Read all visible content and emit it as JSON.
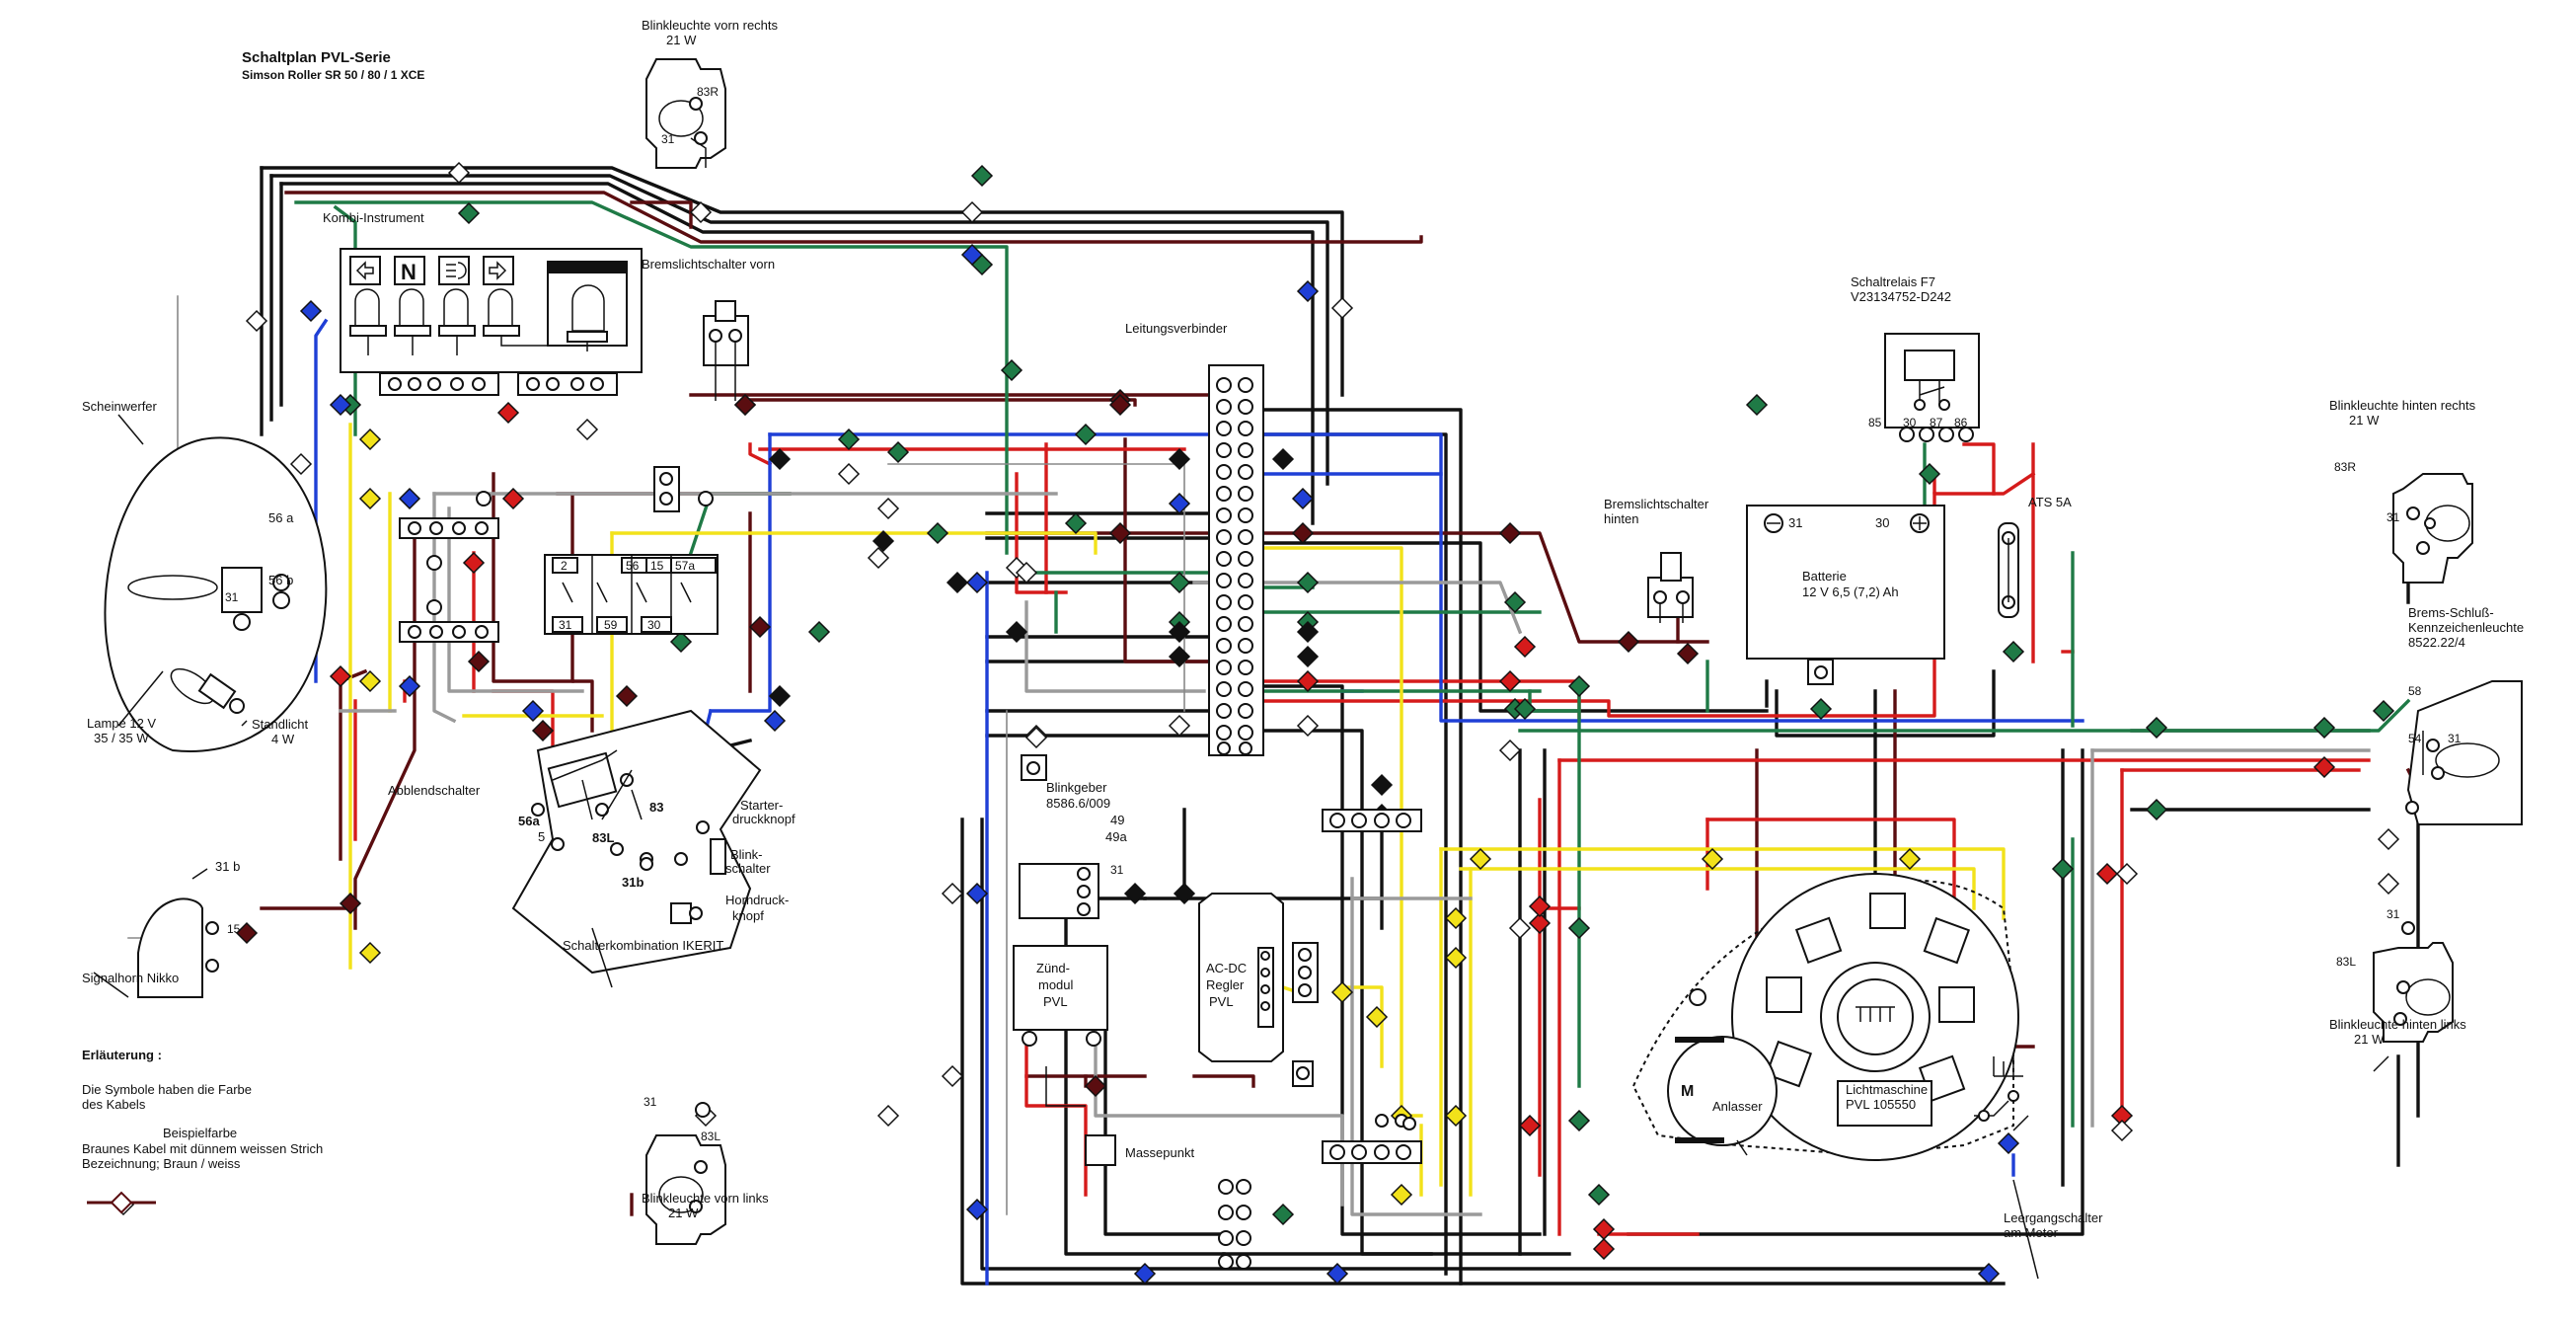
{
  "title": "Schaltplan PVL-Serie",
  "subtitle": "Simson Roller SR 50 / 80 / 1 XCE",
  "colors": {
    "black": "#111111",
    "brown": "#5a0d10",
    "red": "#d51b1b",
    "blue": "#1f3fd6",
    "green": "#1f7a46",
    "yellow": "#f2e21a",
    "grey": "#9a9a9a",
    "white": "#ffffff"
  },
  "components": {
    "blink_vorn_rechts": "Blinkleuchte vorn rechts",
    "blink_vorn_rechts_w": "21 W",
    "blink_vorn_rechts_t1": "83R",
    "blink_vorn_rechts_t2": "31",
    "kombi": "Kombi-Instrument",
    "brems_vorn": "Bremslichtschalter vorn",
    "leitungsverbinder": "Leitungsverbinder",
    "scheinwerfer": "Scheinwerfer",
    "sw_56a": "56 a",
    "sw_56b": "56 b",
    "sw_31": "31",
    "lampe": "Lampe 12 V",
    "lampe_w": "35 / 35 W",
    "standlicht": "Standlicht",
    "standlicht_w": "4 W",
    "abblend": "Abblendschalter",
    "sk_56a": "56a",
    "sk_5": "5",
    "sk_83l": "83L",
    "sk_83": "83",
    "sk_31b": "31b",
    "starter": "Starter-",
    "starter2": "druckknopf",
    "blink_sch": "Blink-",
    "blink_sch2": "schalter",
    "horn": "Horndruck-",
    "horn2": "knopf",
    "schalterkombi": "Schalterkombination IKERIT",
    "horn_31b": "31 b",
    "horn_15": "15",
    "signalhorn": "Signalhorn Nikko",
    "blinkgeber": "Blinkgeber",
    "blinkgeber2": "8586.6/009",
    "bg_49": "49",
    "bg_49a": "49a",
    "bg_31": "31",
    "zuend1": "Zünd-",
    "zuend2": "modul",
    "zuend3": "PVL",
    "regler1": "AC-DC",
    "regler2": "Regler",
    "regler3": "PVL",
    "masse": "Massepunkt",
    "blink_vorn_links": "Blinkleuchte vorn links",
    "blink_vorn_links_w": "21 W",
    "bvl_31": "31",
    "bvl_83l": "83L",
    "relais": "Schaltrelais F7",
    "relais_nr": "V23134752-D242",
    "relais_85": "85",
    "relais_30": "30",
    "relais_87": "87",
    "relais_86": "86",
    "brems_hinten": "Bremslichtschalter",
    "brems_hinten2": "hinten",
    "batterie": "Batterie",
    "batterie_spec": "12 V 6,5 (7,2) Ah",
    "bat_31": "31",
    "bat_30": "30",
    "ats": "ATS 5A",
    "blink_hinten_rechts": "Blinkleuchte hinten rechts",
    "blink_hinten_rechts_w": "21 W",
    "bhr_83r": "83R",
    "bhr_31": "31",
    "bsk1": "Brems-Schluß-",
    "bsk2": "Kennzeichenleuchte",
    "bsk3": "8522.22/4",
    "bsk_58": "58",
    "bsk_54": "54",
    "bsk_31": "31",
    "blink_hinten_links": "Blinkleuchte hinten links",
    "blink_hinten_links_w": "21 W",
    "bhl_31": "31",
    "bhl_83l": "83L",
    "anlasser": "Anlasser",
    "anlasser_m": "M",
    "lichtmaschine": "Lichtmaschine",
    "lichtmaschine2": "PVL 105550",
    "leergang": "Leergangschalter",
    "leergang2": "am Motor",
    "sch_2": "2",
    "sch_31": "31",
    "sch_59": "59",
    "sch_56": "56",
    "sch_15": "15",
    "sch_30": "30",
    "sch_57a": "57a",
    "kombi_n": "N"
  },
  "legend": {
    "heading": "Erläuterung :",
    "line1": "Die Symbole haben die Farbe",
    "line2": "des Kabels",
    "example_heading": "Beispielfarbe",
    "example_desc": "Braunes Kabel mit dünnem weissen Strich",
    "example_name": "Bezeichnung; Braun / weiss"
  }
}
